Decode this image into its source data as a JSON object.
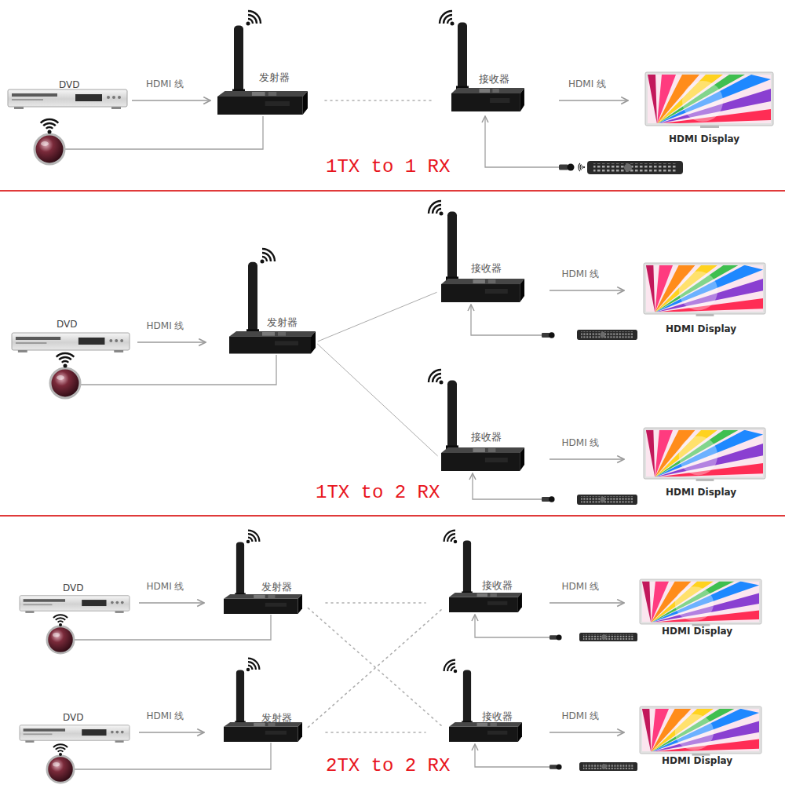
{
  "diagram": {
    "nodes": [
      {
        "text": [
          "DVD"
        ]
      },
      {
        "text": [
          "发射器"
        ]
      },
      {
        "text": [
          "接收器"
        ]
      },
      {
        "text": [
          "HDMI Display"
        ]
      },
      {
        "text": [
          "DVD"
        ]
      },
      {
        "text": [
          "发射器"
        ]
      },
      {
        "text": [
          "接收器"
        ]
      },
      {
        "text": [
          "HDMI Display"
        ]
      },
      {
        "text": [
          "接收器"
        ]
      },
      {
        "text": [
          "HDMI Display"
        ]
      },
      {
        "text": [
          "DVD"
        ]
      },
      {
        "text": [
          "发射器"
        ]
      },
      {
        "text": [
          "接收器"
        ]
      },
      {
        "text": [
          "HDMI Display"
        ]
      },
      {
        "text": [
          "DVD"
        ]
      },
      {
        "text": [
          "发射器"
        ]
      },
      {
        "text": [
          "接收器"
        ]
      },
      {
        "text": [
          "HDMI Display"
        ]
      }
    ],
    "edges": [
      {
        "from": 0,
        "to": 1,
        "label": "HDMI 线",
        "arrow": "to"
      },
      {
        "from": 1,
        "to": 2,
        "arrow": "none"
      },
      {
        "from": 2,
        "to": 3,
        "label": "HDMI 线",
        "arrow": "to"
      },
      {
        "from": 4,
        "to": 5,
        "label": "HDMI 线",
        "arrow": "to"
      },
      {
        "from": 5,
        "to": 6,
        "arrow": "none"
      },
      {
        "from": 5,
        "to": 8,
        "arrow": "none"
      },
      {
        "from": 6,
        "to": 7,
        "label": "HDMI 线",
        "arrow": "to"
      },
      {
        "from": 8,
        "to": 9,
        "label": "HDMI 线",
        "arrow": "to"
      },
      {
        "from": 10,
        "to": 11,
        "label": "HDMI 线",
        "arrow": "to"
      },
      {
        "from": 11,
        "to": 12,
        "arrow": "none"
      },
      {
        "from": 11,
        "to": 16,
        "arrow": "none"
      },
      {
        "from": 12,
        "to": 13,
        "label": "HDMI 线",
        "arrow": "to"
      },
      {
        "from": 14,
        "to": 15,
        "label": "HDMI 线",
        "arrow": "to"
      },
      {
        "from": 15,
        "to": 12,
        "arrow": "none"
      },
      {
        "from": 15,
        "to": 16,
        "arrow": "none"
      },
      {
        "from": 16,
        "to": 17,
        "label": "HDMI 线",
        "arrow": "to"
      }
    ],
    "labels": [
      "1TX to 1 RX",
      "1TX to 2 RX",
      "2TX to 2 RX"
    ]
  }
}
